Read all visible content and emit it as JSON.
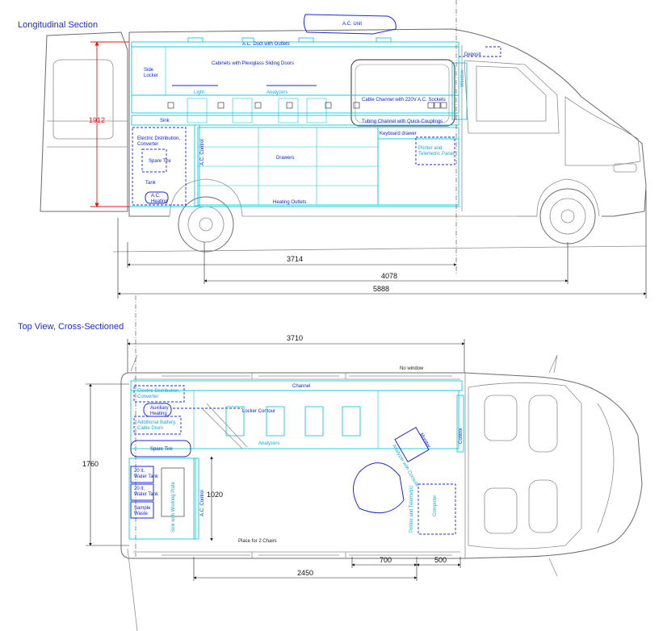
{
  "views": {
    "section_title": "Longitudinal Section",
    "top_title": "Top View, Cross-Sectioned"
  },
  "longitudinal": {
    "ac_unit": "A.C. Unit",
    "ac_duct": "A.C. Duct with Outlets",
    "deposit": "Deposit",
    "window": "Window",
    "side_locker": "Side\nLocker",
    "cabinets": "Cabinets with Plexiglass Sliding Doors",
    "light": "Light",
    "analyzers": "Analyzers",
    "cable_channel": "Cable Channel with 220V A.C. Sockets",
    "sink": "Sink",
    "tubing_channel": "Tubing Channel with Quick-Couplings",
    "keyboard_drawer": "Keyboard drawer",
    "elec_distribution": "Electric Distribution,\nConverter",
    "spare_tire": "Spare Tire",
    "tank": "Tank",
    "ac_heating": "A.C.\nHeating",
    "ac_control": "A.C. Control",
    "drawers": "Drawers",
    "heating_outlets": "Heating Outlets",
    "printer": "Printer and\nTelemetric Panel",
    "dim_height": "1912",
    "dim_interior": "3714",
    "dim_wheelbase": "4078",
    "dim_overall": "5888"
  },
  "top": {
    "dim_interior": "3710",
    "channel": "Channel",
    "no_window": "No window",
    "elec_distribution": "Electric Distribution,\nConverter",
    "aux_heating": "Auxiliary\nHeating",
    "locker_contour": "Locker Contour",
    "add_battery": "Additional Battery,\nCable Drum",
    "analyzers": "Analyzers",
    "spare_tire": "Spare Tire",
    "water_tank_1": "20 lt.\nWater Tank",
    "water_tank_2": "20 lt.\nWater Tank",
    "sample_waste": "Sample\nWaste",
    "sink_plate": "Sink with Working Plate",
    "ac_control": "A.C. Control",
    "monitor": "Monitor",
    "analyzer_console": "Analyzer with Console",
    "printer_telemetric": "Printer and Telemetric",
    "computer": "Computer",
    "control": "Control",
    "place_chairs": "Place for 2 Chairs",
    "dim_width": "1760",
    "dim_1020": "1020",
    "dim_2450": "2450",
    "dim_700": "700",
    "dim_500": "500"
  },
  "colors": {
    "outline": "#8f8f8f",
    "equipment": "#14c8e0",
    "major_units": "#1b2bd0",
    "height_dimension": "#e21a1a",
    "dimensions": "#222222"
  }
}
